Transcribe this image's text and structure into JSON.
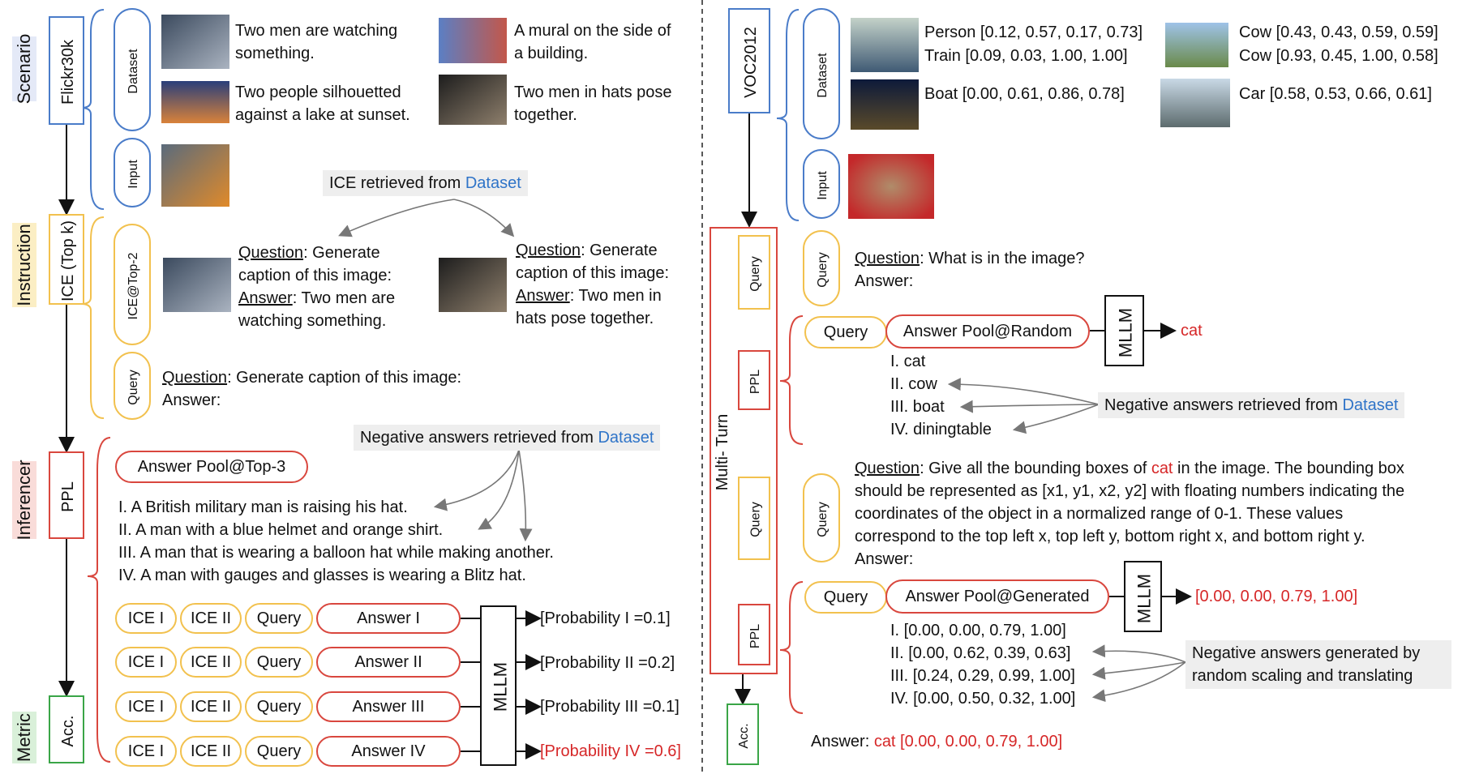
{
  "left": {
    "stages": {
      "scenario": "Scenario",
      "instruction": "Instruction",
      "inferencer": "Inferencer",
      "metric": "Metric"
    },
    "flow": {
      "scenario_box": "Flickr30k",
      "instruction_box": "ICE (Top k)",
      "inferencer_box": "PPL",
      "metric_box": "Acc."
    },
    "groups": {
      "dataset": "Dataset",
      "input": "Input",
      "ice_top2": "ICE@Top-2",
      "query": "Query"
    },
    "captions": [
      "Two men are watching something.",
      "Two people silhouetted against a lake at sunset.",
      "A mural on the side of a building.",
      "Two men in hats pose together."
    ],
    "ice_retrieved_prefix": "ICE retrieved from ",
    "ice_retrieved_source": "Dataset",
    "ice_examples": [
      {
        "q_label": "Question",
        "q_text": ": Generate caption of this image:",
        "a_label": "Answer",
        "a_text": ": Two men are watching something."
      },
      {
        "q_label": "Question",
        "q_text": ": Generate caption of this image:",
        "a_label": "Answer",
        "a_text": ": Two men in hats pose together."
      }
    ],
    "query": {
      "q_label": "Question",
      "q_text": ": Generate caption of this image:",
      "a_label": "Answer:"
    },
    "negative_prefix": "Negative answers retrieved from ",
    "negative_source": "Dataset",
    "answer_pool": "Answer  Pool@Top-3",
    "answers": [
      "I. A British military man is raising his hat.",
      "II. A man with a blue helmet and orange shirt.",
      "III. A man that is wearing a balloon hat while making another.",
      "IV. A man with gauges and glasses is wearing a Blitz hat."
    ],
    "rows": [
      {
        "ice1": "ICE I",
        "ice2": "ICE II",
        "query": "Query",
        "answer": "Answer I",
        "prob": "[Probability I =0.1]"
      },
      {
        "ice1": "ICE I",
        "ice2": "ICE II",
        "query": "Query",
        "answer": "Answer II",
        "prob": "[Probability II =0.2]"
      },
      {
        "ice1": "ICE I",
        "ice2": "ICE II",
        "query": "Query",
        "answer": "Answer III",
        "prob": "[Probability III =0.1]"
      },
      {
        "ice1": "ICE I",
        "ice2": "ICE II",
        "query": "Query",
        "answer": "Answer IV",
        "prob": "[Probability IV =0.6]"
      }
    ],
    "mllm": "MLLM"
  },
  "right": {
    "flow": {
      "scenario_box": "VOC2012",
      "multi_turn": "Multi- Turn",
      "query1": "Query",
      "ppl1": "PPL",
      "query2": "Query",
      "ppl2": "PPL",
      "metric_box": "Acc."
    },
    "groups": {
      "dataset": "Dataset",
      "input": "Input",
      "query": "Query"
    },
    "dataset_labels": [
      [
        "Person [0.12, 0.57, 0.17,  0.73]",
        "Train [0.09, 0.03, 1.00, 1.00]"
      ],
      [
        "Boat [0.00, 0.61, 0.86, 0.78]"
      ],
      [
        "Cow [0.43, 0.43, 0.59, 0.59]",
        "Cow [0.93, 0.45, 1.00, 0.58]"
      ],
      [
        "Car [0.58, 0.53, 0.66, 0.61]"
      ]
    ],
    "q1": {
      "q_label": "Question",
      "q_text": ": What is in the image?",
      "a_label": "Answer:"
    },
    "turn1": {
      "query_pill": "Query",
      "pool": "Answer Pool@Random",
      "mllm": "MLLM",
      "output": "cat",
      "answers": [
        "I. cat",
        "II. cow",
        "III. boat",
        "IV. diningtable"
      ],
      "neg_prefix": "Negative answers retrieved from ",
      "neg_source": "Dataset"
    },
    "q2": {
      "q_label": "Question",
      "line1_a": ": Give all the bounding boxes of ",
      "line1_red": "cat",
      "line1_b": " in the image. The bounding box",
      "line2": "should be represented as [x1, y1, x2, y2] with floating numbers indicating the",
      "line3": "coordinates of the object in a normalized range of 0-1. These values",
      "line4": "correspond to the top left x, top left y, bottom right x, and bottom right y.",
      "a_label": "Answer:"
    },
    "turn2": {
      "query_pill": "Query",
      "pool": "Answer Pool@Generated",
      "mllm": "MLLM",
      "output": "[0.00, 0.00, 0.79, 1.00]",
      "answers": [
        "I. [0.00, 0.00, 0.79, 1.00]",
        "II. [0.00, 0.62, 0.39, 0.63]",
        "III. [0.24, 0.29, 0.99, 1.00]",
        "IV. [0.00, 0.50, 0.32, 1.00]"
      ],
      "neg_line1": "Negative answers generated by",
      "neg_line2": "random scaling and translating"
    },
    "final_label": "Answer: ",
    "final_answer": "cat [0.00, 0.00, 0.79, 1.00]"
  },
  "colors": {
    "scenario": "#4a7cc9",
    "instruction": "#f2c14e",
    "inferencer": "#d9473e",
    "metric": "#3aa547",
    "highlight_red": "#d62728",
    "highlight_blue": "#2f74c8"
  }
}
